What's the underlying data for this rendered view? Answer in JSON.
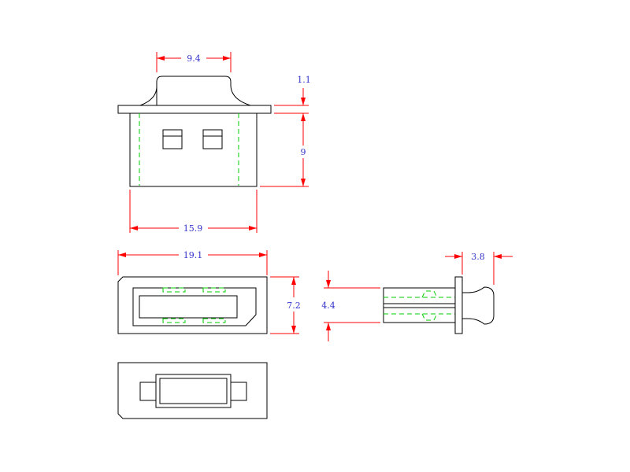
{
  "colors": {
    "outline": "#000000",
    "hidden_lines": "#00cc00",
    "dimension_lines": "#ff0000",
    "dimension_text": "#3333cc"
  },
  "dimensions": {
    "top_width": "9.4",
    "flange_thickness": "1.1",
    "body_height": "9",
    "body_width": "15.9",
    "front_width": "19.1",
    "front_height": "7.2",
    "side_height": "4.4",
    "handle_length": "3.8"
  }
}
